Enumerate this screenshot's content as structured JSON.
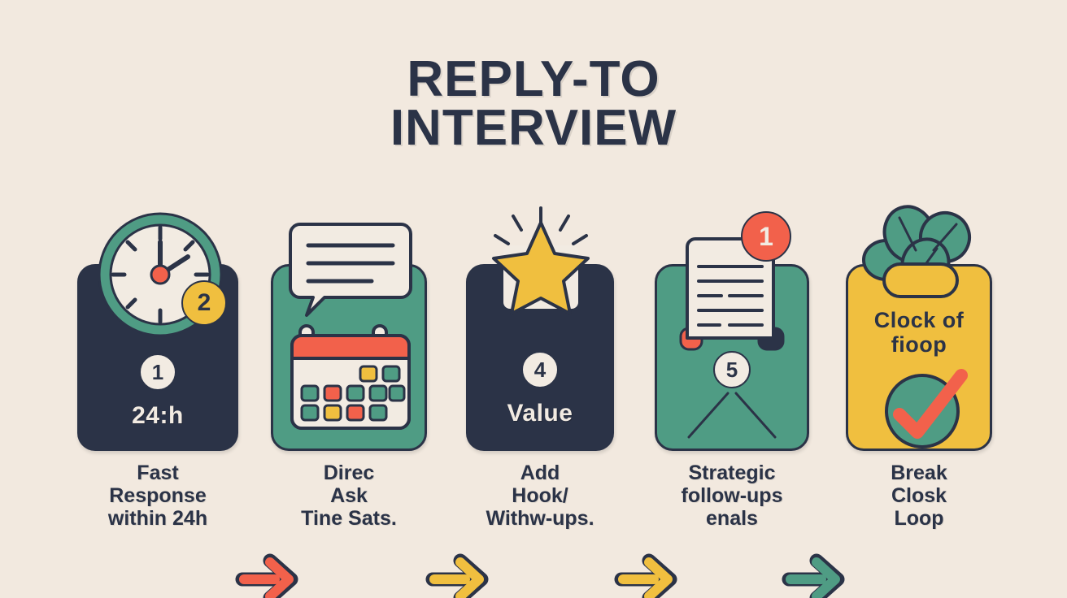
{
  "title": {
    "line1": "REPLY-TO",
    "line2": "INTERVIEW"
  },
  "colors": {
    "background": "#f2e9df",
    "navy": "#2b3347",
    "green": "#4f9c84",
    "yellow": "#f0bf3f",
    "red": "#f2614b",
    "cream": "#f2ebe2"
  },
  "steps": [
    {
      "number": "1",
      "badge": "2",
      "inner_label": "24:h",
      "caption": "Fast\nResponse\nwithin 24h",
      "card_color": "#2b3347",
      "icon": "clock-icon"
    },
    {
      "number": "",
      "badge": "",
      "inner_label": "",
      "caption": "Direc\nAsk\nTine Sats.",
      "card_color": "#4f9c84",
      "icon": "calendar-icon"
    },
    {
      "number": "4",
      "badge": "",
      "inner_label": "Value",
      "caption": "Add\nHook/\nWithw-ups.",
      "card_color": "#2b3347",
      "icon": "star-icon"
    },
    {
      "number": "5",
      "badge": "1",
      "inner_label": "",
      "caption": "Strategic\nfollow-ups\nenals",
      "card_color": "#4f9c84",
      "icon": "document-icon"
    },
    {
      "number": "",
      "badge": "",
      "inner_label": "Clock of\nfioop",
      "caption": "Break\nClosk\nLoop",
      "card_color": "#f0bf3f",
      "icon": "plant-leaves-icon"
    }
  ],
  "arrows": [
    {
      "name": "arrow-1",
      "color": "#f2614b"
    },
    {
      "name": "arrow-2",
      "color": "#f0bf3f"
    },
    {
      "name": "arrow-3",
      "color": "#f0bf3f"
    },
    {
      "name": "arrow-4",
      "color": "#4f9c84"
    }
  ]
}
